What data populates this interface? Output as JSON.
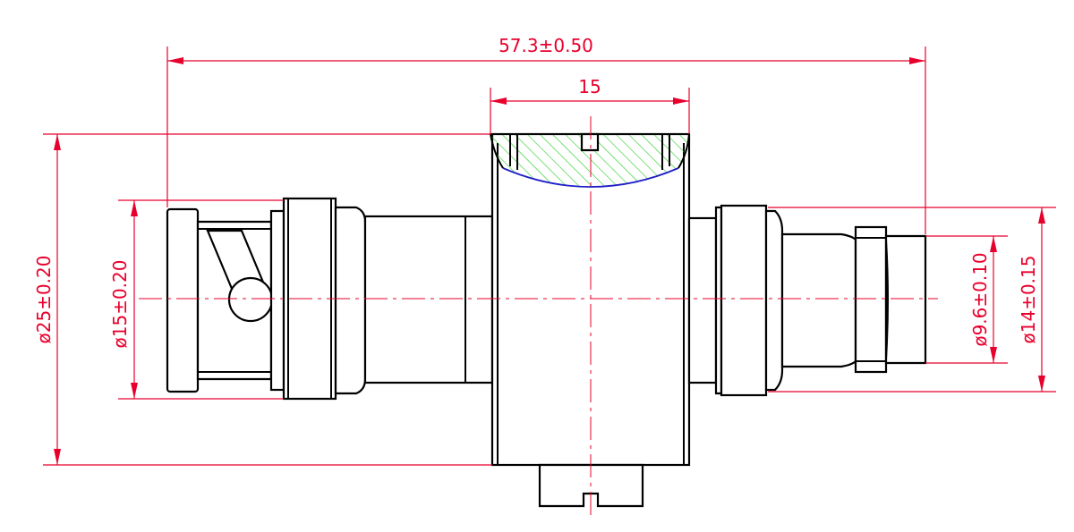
{
  "dimensions": {
    "overall_length": "57.3±0.50",
    "body_width": "15",
    "body_diameter": "ø25±0.20",
    "bnc_plug_diameter": "ø15±0.20",
    "jack_inner_diameter": "ø9.6±0.10",
    "jack_outer_diameter": "ø14±0.15"
  },
  "colors": {
    "dimension": "#e8002d",
    "outline": "#000000",
    "knurl": "#1e1ec8",
    "slot_hatch": "#22cc22",
    "slot_edge": "#1e1ec8"
  }
}
